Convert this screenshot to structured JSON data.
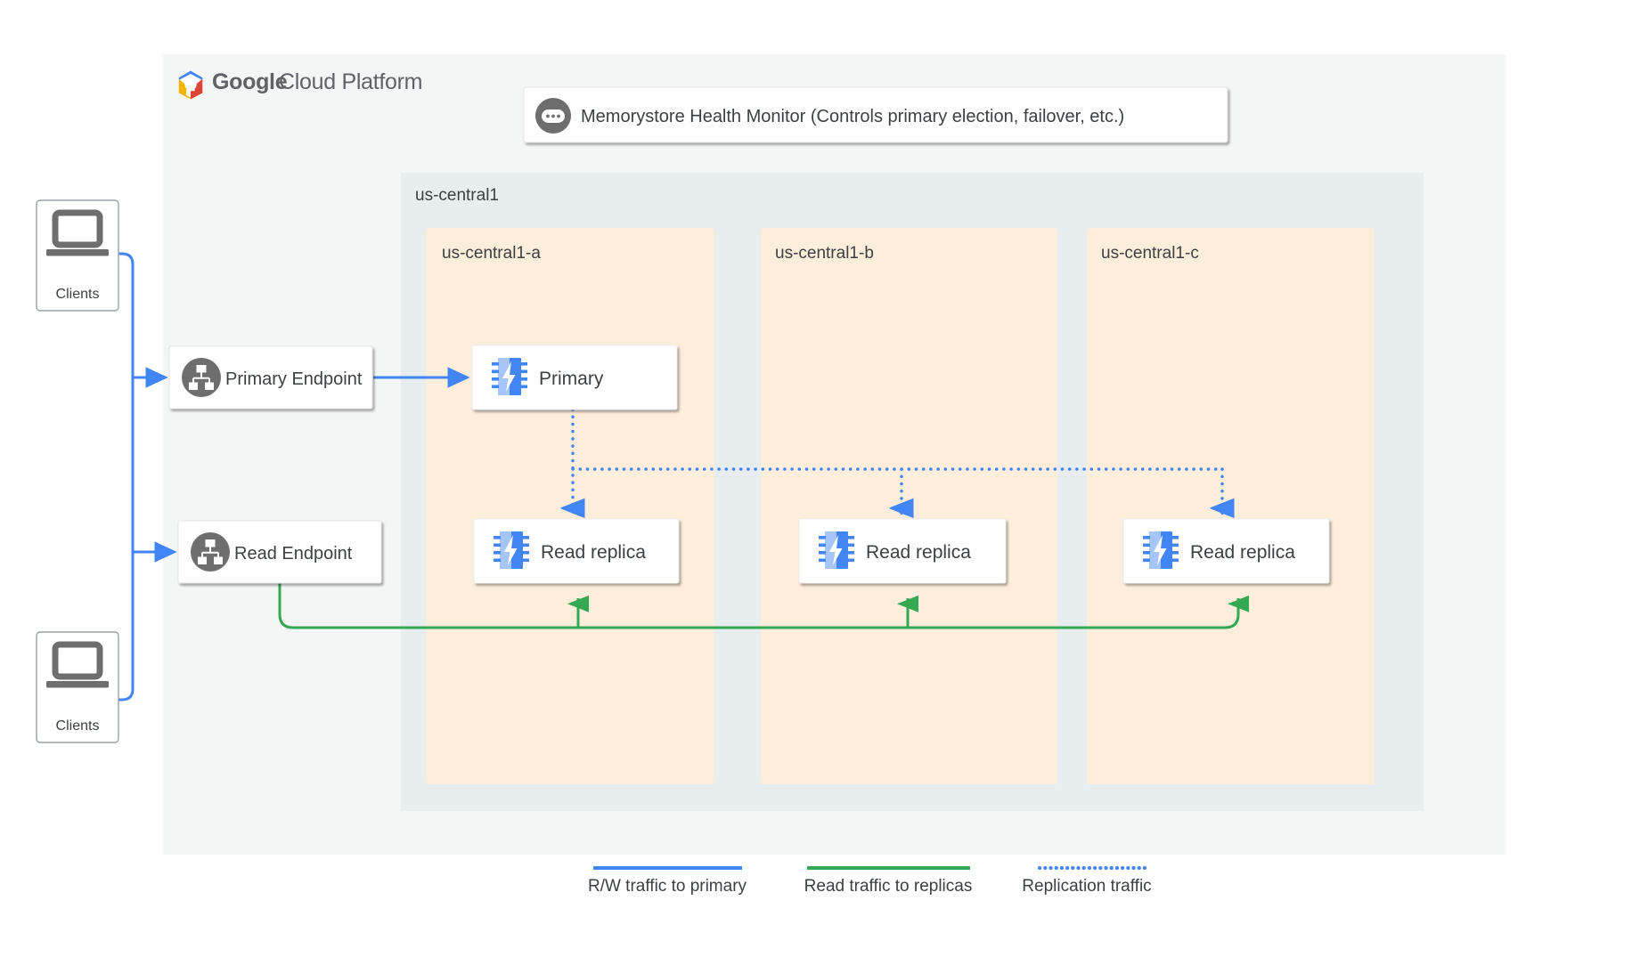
{
  "brand": {
    "logo_icon": "google-cloud-hexagon-icon",
    "name_bold": "Google",
    "name_light": "Cloud Platform",
    "colors": {
      "blue": "#4285f4",
      "red": "#db4437",
      "yellow": "#f4b400",
      "green": "#34a853",
      "gray": "#5f6368"
    }
  },
  "monitor": {
    "icon": "health-monitor-icon",
    "label": "Memorystore Health Monitor (Controls primary election, failover, etc.)"
  },
  "clients": [
    {
      "icon": "laptop-icon",
      "label": "Clients"
    },
    {
      "icon": "laptop-icon",
      "label": "Clients"
    }
  ],
  "endpoints": [
    {
      "icon": "network-hierarchy-icon",
      "label": "Primary Endpoint"
    },
    {
      "icon": "network-hierarchy-icon",
      "label": "Read Endpoint"
    }
  ],
  "region": {
    "label": "us-central1",
    "zones": [
      {
        "label": "us-central1-a",
        "nodes": [
          {
            "icon": "memorystore-chip-icon",
            "label": "Primary"
          },
          {
            "icon": "memorystore-chip-icon",
            "label": "Read replica"
          }
        ]
      },
      {
        "label": "us-central1-b",
        "nodes": [
          {
            "icon": "memorystore-chip-icon",
            "label": "Read replica"
          }
        ]
      },
      {
        "label": "us-central1-c",
        "nodes": [
          {
            "icon": "memorystore-chip-icon",
            "label": "Read replica"
          }
        ]
      }
    ]
  },
  "legend": [
    {
      "label": "R/W traffic to primary",
      "color": "#4285f4",
      "style": "solid"
    },
    {
      "label": "Read traffic to replicas",
      "color": "#34a853",
      "style": "solid"
    },
    {
      "label": "Replication traffic",
      "color": "#4285f4",
      "style": "dotted"
    }
  ],
  "palette": {
    "panel_bg": "#f4f5f5",
    "region_bg": "#e8edf0",
    "zone_bg": "#fdeedb",
    "card_bg": "#ffffff",
    "card_border": "#e0e0e0",
    "shadow": "#9aa0a6",
    "text": "#3c4043",
    "blue_line": "#4285f4",
    "green_line": "#34a853",
    "icon_gray": "#6e6e6e",
    "chip_blue": "#4285f4",
    "chip_light": "#a6c6fb"
  }
}
